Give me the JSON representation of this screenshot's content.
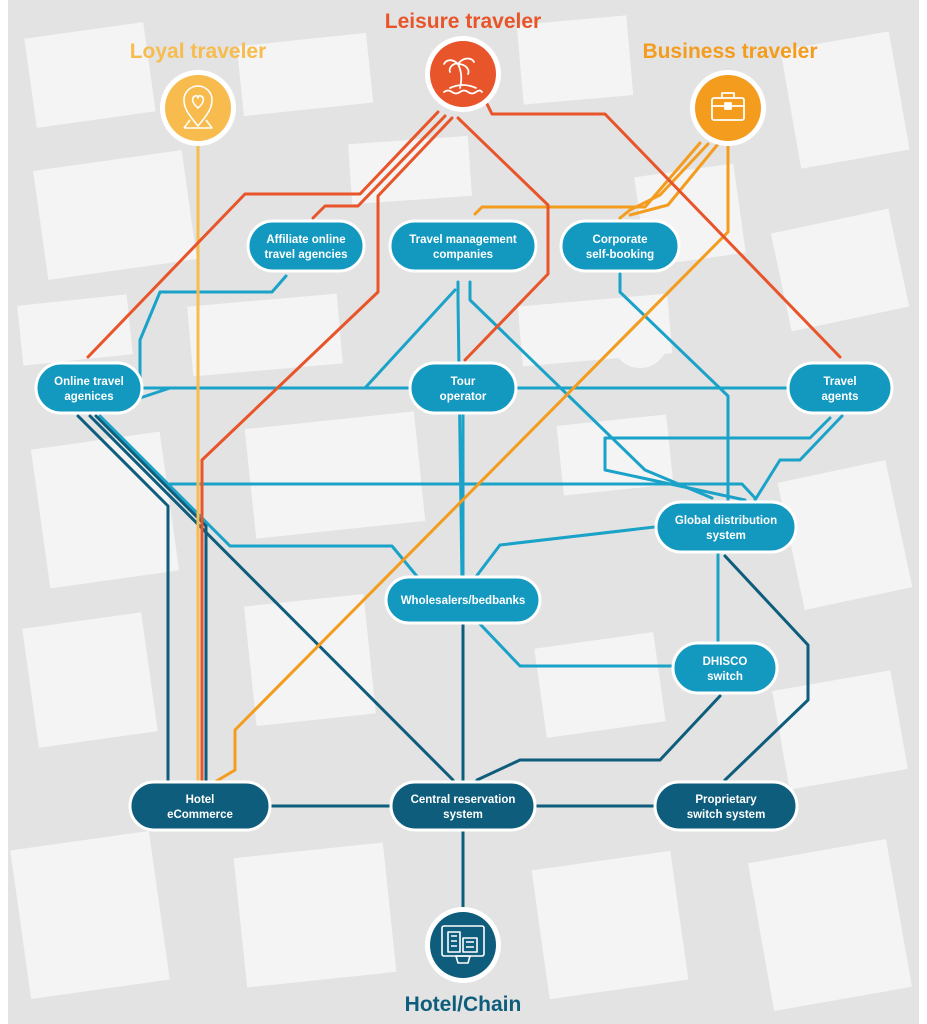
{
  "colors": {
    "leisure": "#e8552a",
    "business": "#f39c1e",
    "loyal": "#f7bc4d",
    "light_blue_line": "#1aa2c8",
    "dark_blue_line": "#0e5d7c",
    "light_node": "#1399c0",
    "dark_node": "#0e5d7c",
    "map_background": "#e3e3e3",
    "map_block": "#f4f4f4"
  },
  "personas": {
    "loyal": {
      "title": "Loyal traveler",
      "icon": "heart-location-icon"
    },
    "leisure": {
      "title": "Leisure traveler",
      "icon": "palm-island-icon"
    },
    "business": {
      "title": "Business traveler",
      "icon": "briefcase-icon"
    }
  },
  "hotel": {
    "title": "Hotel/Chain",
    "icon": "hotel-building-monitor-icon"
  },
  "nodes": {
    "affiliate_ota": {
      "line1": "Affiliate online",
      "line2": "travel agencies"
    },
    "tmc": {
      "line1": "Travel management",
      "line2": "companies"
    },
    "corporate": {
      "line1": "Corporate",
      "line2": "self-booking"
    },
    "ota": {
      "line1": "Online travel",
      "line2": "agenices"
    },
    "tour": {
      "line1": "Tour",
      "line2": "operator"
    },
    "travel_agents": {
      "line1": "Travel",
      "line2": "agents"
    },
    "gds": {
      "line1": "Global distribution",
      "line2": "system"
    },
    "wholesalers": {
      "line1": "Wholesalers/bedbanks",
      "line2": ""
    },
    "dhisco": {
      "line1": "DHISCO",
      "line2": "switch"
    },
    "hotel_ecommerce": {
      "line1": "Hotel",
      "line2": "eCommerce"
    },
    "crs": {
      "line1": "Central reservation",
      "line2": "system"
    },
    "proprietary": {
      "line1": "Proprietary",
      "line2": "switch system"
    }
  }
}
